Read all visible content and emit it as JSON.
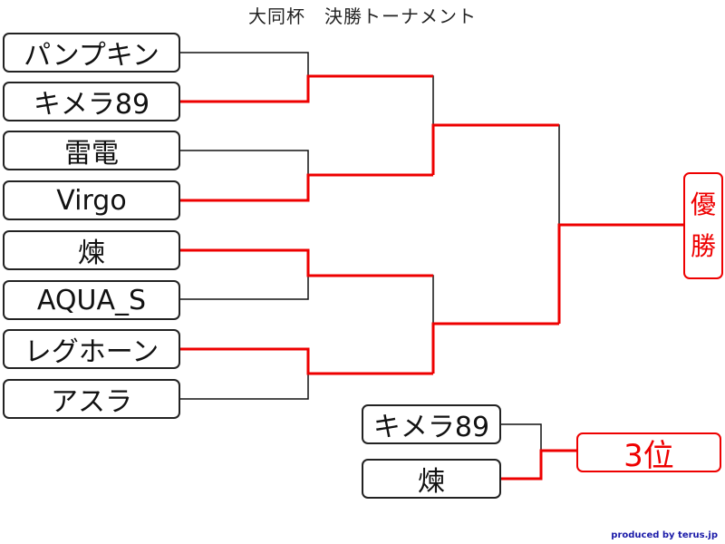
{
  "title": "大同杯　決勝トーナメント",
  "teams": [
    "パンプキン",
    "キメラ89",
    "雷電",
    "Virgo",
    "煉",
    "AQUA_S",
    "レグホーン",
    "アスラ"
  ],
  "third_place_match": [
    "キメラ89",
    "煉"
  ],
  "winner_label": [
    "優",
    "勝"
  ],
  "third_label": "3位",
  "credit": "produced by terus.jp",
  "colors": {
    "winner_line": "#e00000",
    "line": "#111111"
  }
}
